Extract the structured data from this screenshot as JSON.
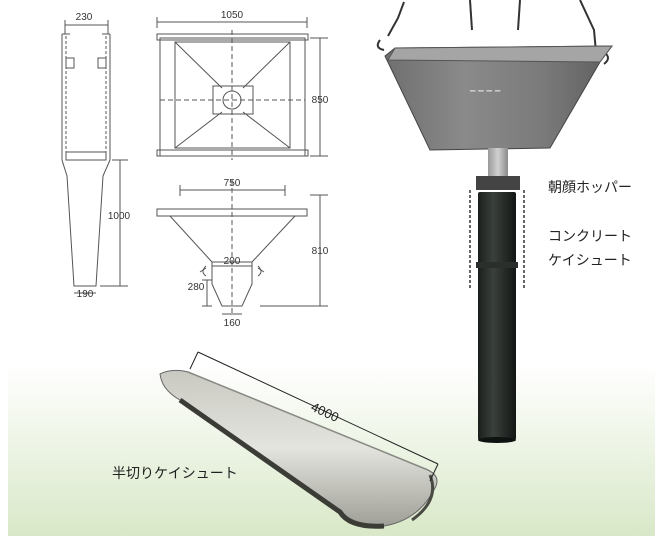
{
  "labels": {
    "asagao_hopper": "朝顔ホッパー",
    "concrete_chute_line1": "コンクリート",
    "concrete_chute_line2": "ケイシュート",
    "half_cut_chute": "半切りケイシュート"
  },
  "dimensions": {
    "side_top_width": "230",
    "side_height": "1000",
    "side_bottom_width": "190",
    "plan_width": "1050",
    "plan_depth": "850",
    "section_top_width": "750",
    "section_height": "810",
    "outlet_width": "200",
    "outlet_height": "280",
    "outlet_bottom": "160",
    "half_chute_length": "4000"
  },
  "colors": {
    "background_gradient_top": "#ffffff",
    "background_gradient_bottom": "#d9e8c8",
    "drawing_line": "#555555"
  }
}
